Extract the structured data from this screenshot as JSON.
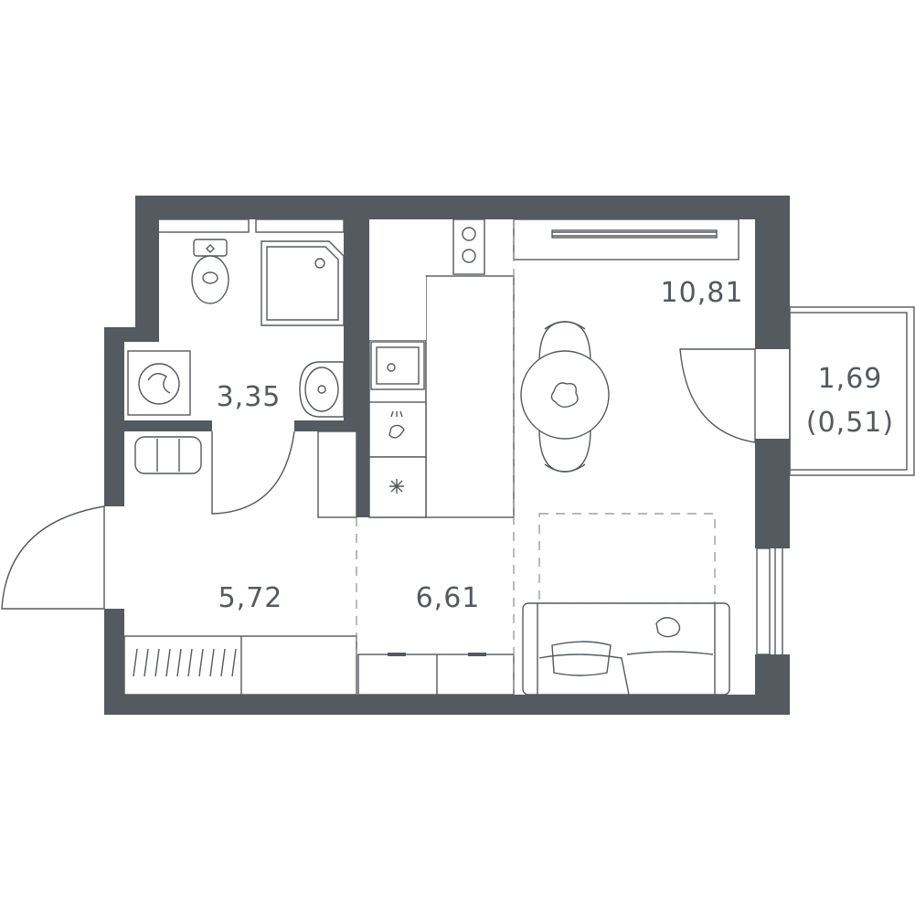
{
  "rooms": {
    "bathroom": {
      "area": "3,35"
    },
    "hallway": {
      "area": "5,72"
    },
    "kitchen": {
      "area": "6,61"
    },
    "living_room": {
      "area": "10,81"
    },
    "balcony": {
      "area": "1,69",
      "reduced_area": "(0,51)"
    }
  },
  "colors": {
    "wall": "#555a61",
    "line": "#55595f",
    "background": "#ffffff"
  },
  "icons": [
    "toilet-icon",
    "shower-icon",
    "sink-icon",
    "washing-machine-icon",
    "stove-icon",
    "kitchen-sink-icon",
    "dishwasher-icon",
    "fridge-icon",
    "dining-table-icon",
    "chair-icon",
    "sofa-icon",
    "tv-icon",
    "armchair-icon",
    "wardrobe-icon",
    "door-icon"
  ]
}
